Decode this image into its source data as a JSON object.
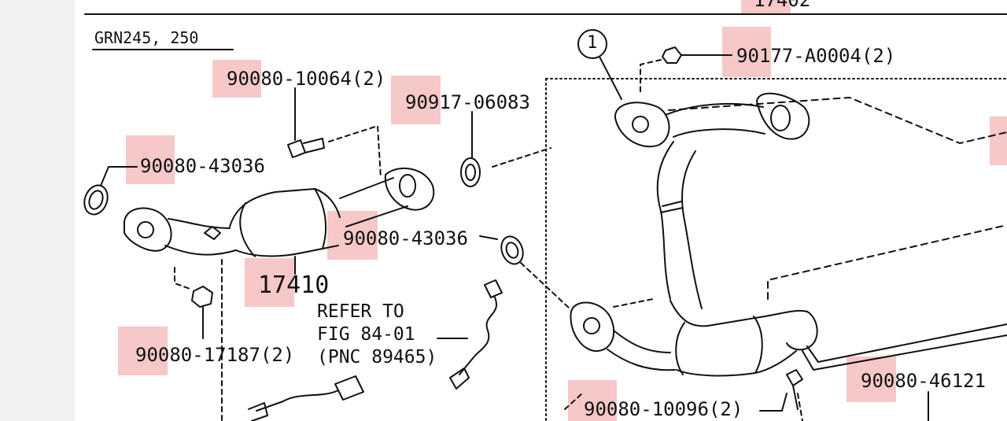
{
  "diagram": {
    "model_label": "GRN245, 250",
    "callout_number": "1",
    "top_partial_label": "17402",
    "parts": {
      "p_90080_10064": "90080-10064(2)",
      "p_90917_06083": "90917-06083",
      "p_90080_43036_left": "90080-43036",
      "p_90080_43036_mid": "90080-43036",
      "p_17410": "17410",
      "p_90080_17187": "90080-17187(2)",
      "p_90177_A0004": "90177-A0004(2)",
      "p_90080_10096": "90080-10096(2)",
      "p_90080_46121": "90080-46121"
    },
    "refer_note": [
      "REFER TO",
      "FIG 84-01",
      "(PNC 89465)"
    ]
  },
  "colors": {
    "highlight": "#ef9a9a",
    "line": "#111111",
    "background": "#ffffff",
    "margin": "#f2f2f2"
  }
}
